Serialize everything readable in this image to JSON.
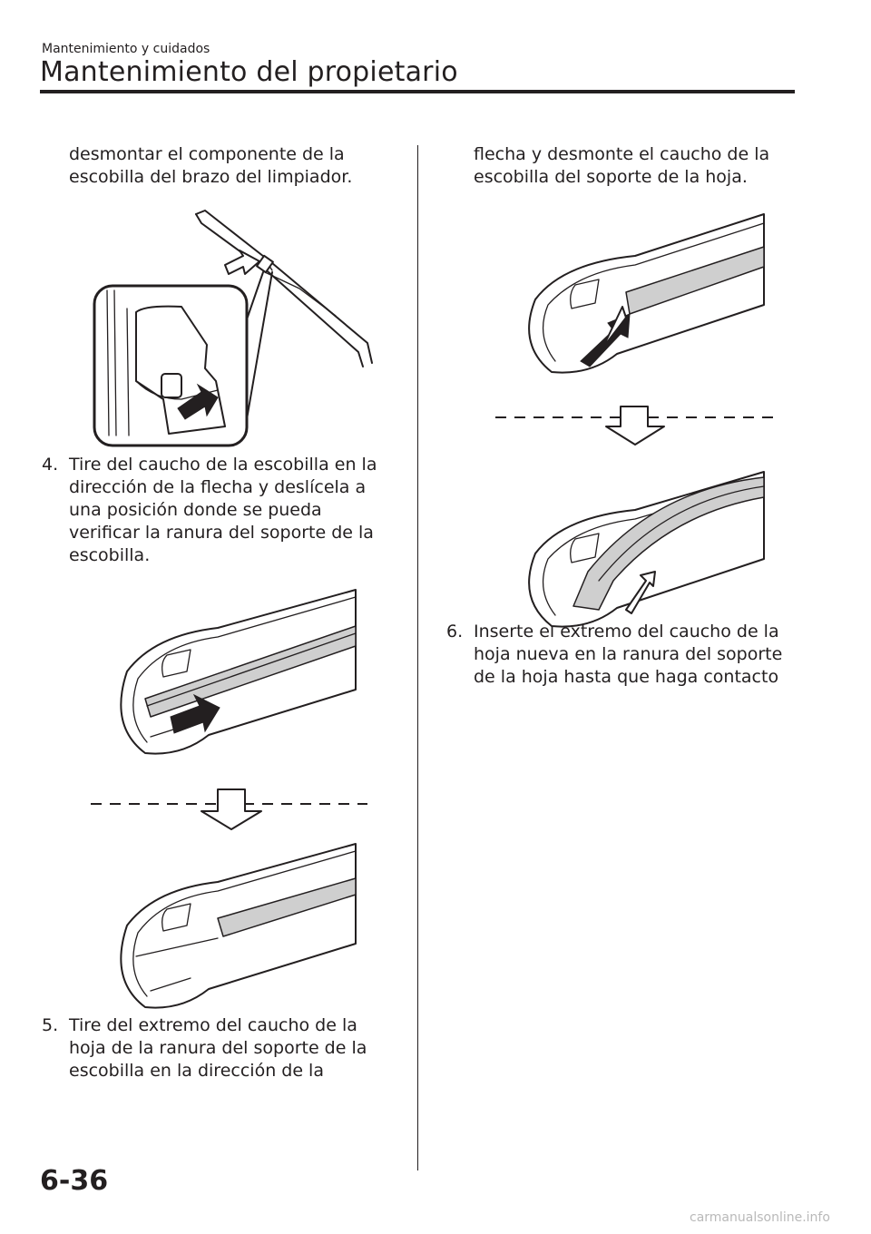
{
  "header": {
    "subsection": "Mantenimiento y cuidados",
    "title": "Mantenimiento del propietario"
  },
  "left_column": {
    "continuation": [
      "desmontar el componente de la",
      "escobilla del brazo del limpiador."
    ],
    "step4": {
      "number": "4.",
      "lines": [
        "Tire del caucho de la escobilla en la",
        "dirección de la flecha y deslícela a",
        "una posición donde se pueda",
        "verificar la ranura del soporte de la",
        "escobilla."
      ]
    },
    "step5": {
      "number": "5.",
      "lines": [
        "Tire del extremo del caucho de la",
        "hoja de la ranura del soporte de la",
        "escobilla en la dirección de la"
      ]
    }
  },
  "right_column": {
    "continuation": [
      "flecha y desmonte el caucho de la",
      "escobilla del soporte de la hoja."
    ],
    "step6": {
      "number": "6.",
      "lines": [
        "Inserte el extremo del caucho de la",
        "hoja nueva en la ranura del soporte",
        "de la hoja hasta que haga contacto"
      ]
    }
  },
  "footer": {
    "page_number": "6-36",
    "watermark": "carmanualsonline.info"
  }
}
